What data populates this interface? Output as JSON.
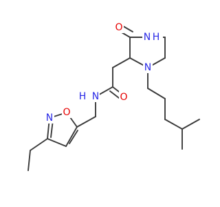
{
  "molecule": {
    "atoms": {
      "ring_nh": "N",
      "ring_nh_h": "H",
      "ring_o": "O",
      "ring_n": "N",
      "amide_nh": "N",
      "amide_nh_h": "H",
      "amide_o": "O",
      "isox_o": "O",
      "isox_n": "N"
    },
    "colors": {
      "bond": "#3a3a3a",
      "nitrogen": "#2a2ae6",
      "oxygen": "#e60000"
    }
  }
}
